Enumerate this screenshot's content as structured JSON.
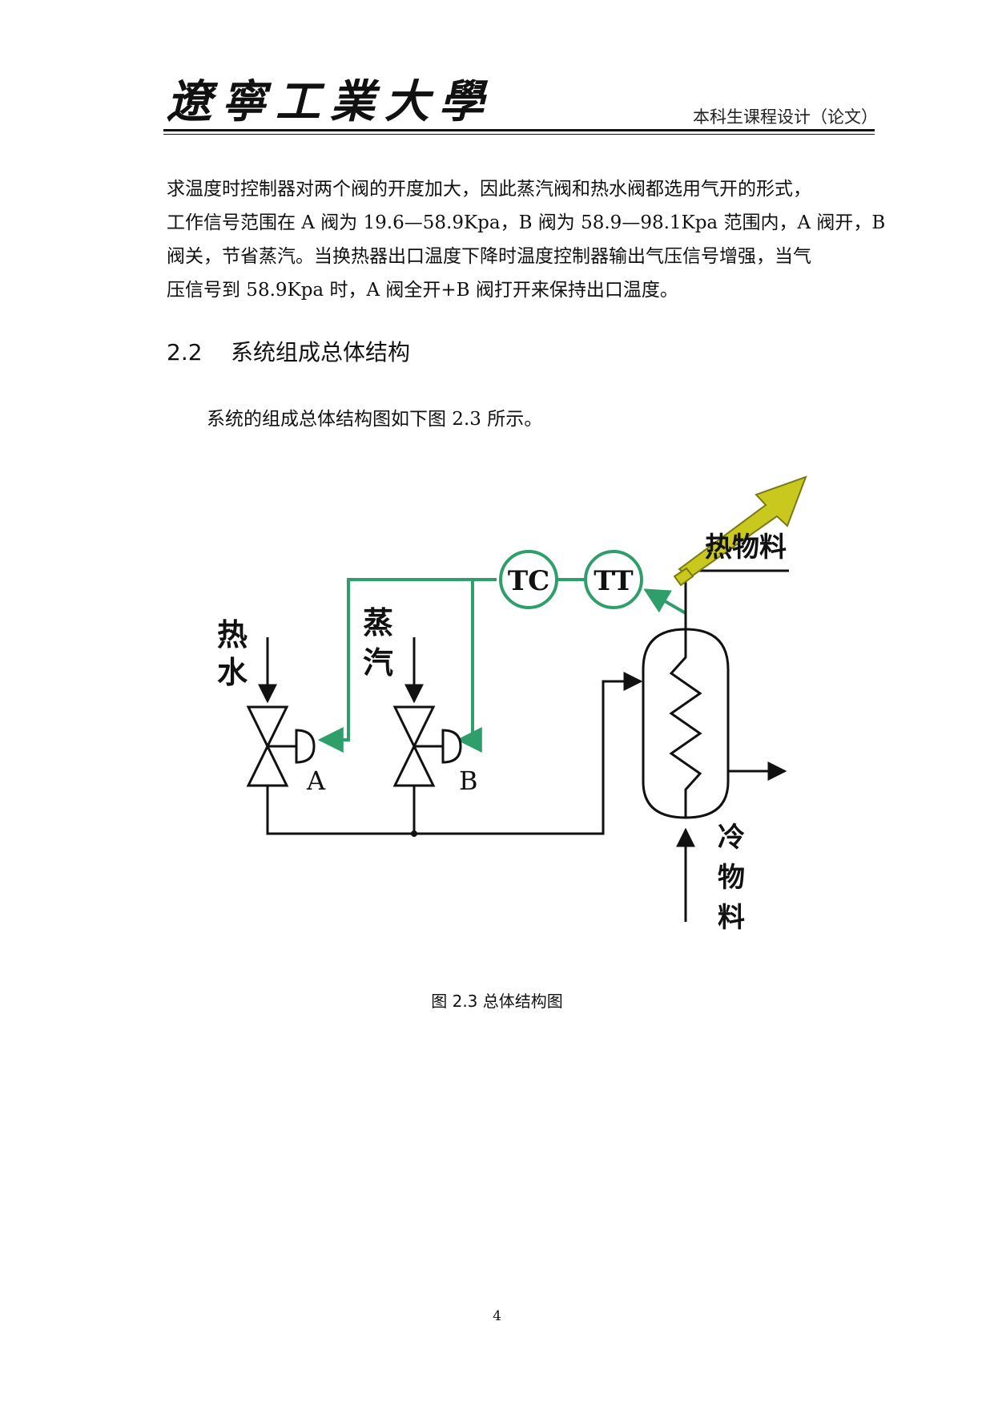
{
  "header": {
    "logo_text": "遼寧工業大學",
    "doc_type": "本科生课程设计（论文）"
  },
  "body": {
    "paragraph_lines": [
      "求温度时控制器对两个阀的开度加大，因此蒸汽阀和热水阀都选用气开的形式，",
      "工作信号范围在 A 阀为 19.6—58.9Kpa，B 阀为 58.9—98.1Kpa 范围内，A 阀开，B",
      "阀关，节省蒸汽。当换热器出口温度下降时温度控制器输出气压信号增强，当气",
      "压信号到 58.9Kpa 时，A 阀全开+B 阀打开来保持出口温度。"
    ]
  },
  "section": {
    "number": "2.2",
    "title": "系统组成总体结构"
  },
  "intro_text": "系统的组成总体结构图如下图 2.3 所示。",
  "figure": {
    "labels": {
      "tc": "TC",
      "tt": "TT",
      "hot_water_1": "热",
      "hot_water_2": "水",
      "steam_1": "蒸",
      "steam_2": "汽",
      "valve_a": "A",
      "valve_b": "B",
      "hot_material": "热物料",
      "cold_1": "冷",
      "cold_2": "物",
      "cold_3": "料"
    },
    "colors": {
      "signal": "#2e9e6a",
      "arrow_fill": "#c8c81e",
      "line": "#111111"
    },
    "caption": "图 2.3 总体结构图"
  },
  "footer": {
    "page_number": "4"
  }
}
